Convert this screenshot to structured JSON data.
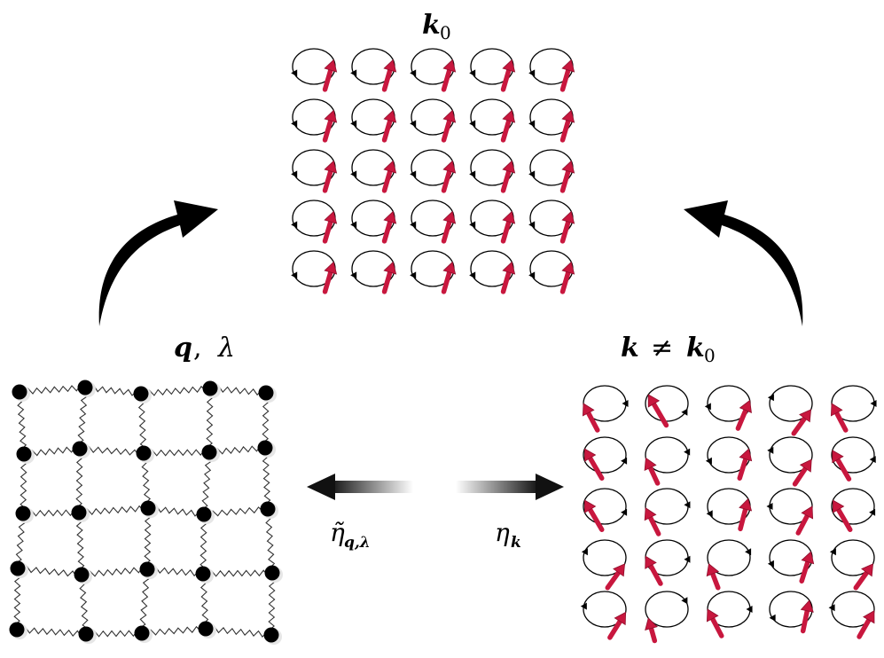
{
  "labels": {
    "top_k": "k",
    "top_sub": "0",
    "left_q": "q",
    "left_sep": ",",
    "left_lambda": "λ",
    "right_k": "k",
    "right_neq": "≠",
    "right_k0": "k",
    "right_sub": "0",
    "eta_tilde": "η̃",
    "eta_tilde_sub": "q,λ",
    "eta": "η",
    "eta_sub": "k"
  },
  "colors": {
    "spin": "#c8173e",
    "spin_dark": "#8f0e2b",
    "ink": "#000000",
    "spring": "#333333"
  },
  "top_grid": {
    "rows": 5,
    "cols": 5,
    "angle_deg": 22
  },
  "right_grid": {
    "rows": 5,
    "cols": 5,
    "angles_deg": [
      [
        180,
        150,
        10,
        340,
        180
      ],
      [
        160,
        190,
        20,
        345,
        165
      ],
      [
        160,
        185,
        25,
        0,
        160
      ],
      [
        340,
        175,
        200,
        20,
        340
      ],
      [
        350,
        210,
        180,
        30,
        355
      ]
    ]
  },
  "lattice": {
    "rows": 5,
    "cols": 5
  },
  "icons": [
    "curved-arrow-left",
    "curved-arrow-right",
    "gradient-arrow-left",
    "gradient-arrow-right"
  ]
}
